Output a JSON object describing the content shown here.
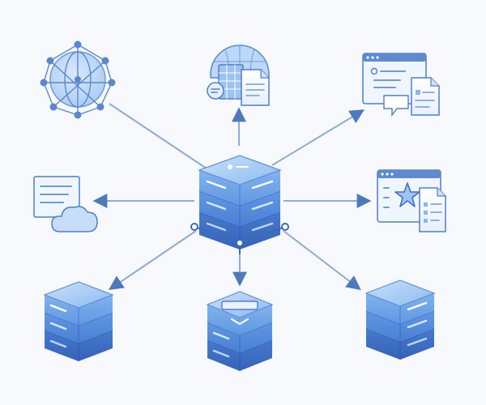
{
  "colors": {
    "background": "#f7f9fd",
    "connector": "#7d9fd0",
    "arrow": "#4e79bd",
    "node_light": "#a9ccf4",
    "node_mid": "#6ea4e8",
    "node_dark": "#3f72c9",
    "outline": "#4b79c4",
    "paper": "#f4f8ff"
  },
  "diagram": {
    "hub": {
      "icon": "central-server-stack-icon"
    },
    "nodes": [
      {
        "id": "network",
        "icon": "network-globe-icon"
      },
      {
        "id": "dashboard",
        "icon": "dashboard-documents-icon"
      },
      {
        "id": "web-form",
        "icon": "web-form-comment-icon"
      },
      {
        "id": "cloud-doc",
        "icon": "cloud-document-icon"
      },
      {
        "id": "web-star",
        "icon": "web-page-star-icon"
      },
      {
        "id": "db-left",
        "icon": "database-server-icon"
      },
      {
        "id": "db-center",
        "icon": "database-server-icon"
      },
      {
        "id": "db-right",
        "icon": "database-server-icon"
      }
    ]
  }
}
